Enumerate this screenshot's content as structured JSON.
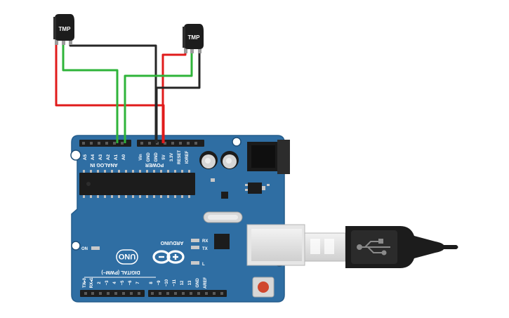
{
  "sensors": [
    {
      "label": "TMP"
    },
    {
      "label": "TMP"
    }
  ],
  "board": {
    "brand": "ARDUINO",
    "model": "UNO",
    "analog_header_title": "ANALOG IN",
    "analog_pins": [
      "A5",
      "A4",
      "A3",
      "A2",
      "A1",
      "A0"
    ],
    "power_header_title": "POWER",
    "power_pins": [
      "Vin",
      "GND",
      "GND",
      "5V",
      "3.3V",
      "RESET",
      "IOREF"
    ],
    "digital_header_title": "DIGITAL (PWM~)",
    "digital_pins": [
      "TX▸0",
      "RX◂1",
      "2",
      "~3",
      "4",
      "~5",
      "~6",
      "7",
      "8",
      "~9",
      "~10",
      "~11",
      "12",
      "13",
      "GND",
      "AREF"
    ],
    "led_labels": {
      "rx": "RX",
      "tx": "TX",
      "l": "L",
      "on": "ON"
    }
  },
  "colors": {
    "board": "#2f6ea3",
    "board_edge": "#255d8c",
    "wire_red": "#e01b1b",
    "wire_green": "#2fb43a",
    "wire_black": "#262626",
    "usb_cable": "#1c1c1c",
    "reset_button": "#d0472e"
  }
}
